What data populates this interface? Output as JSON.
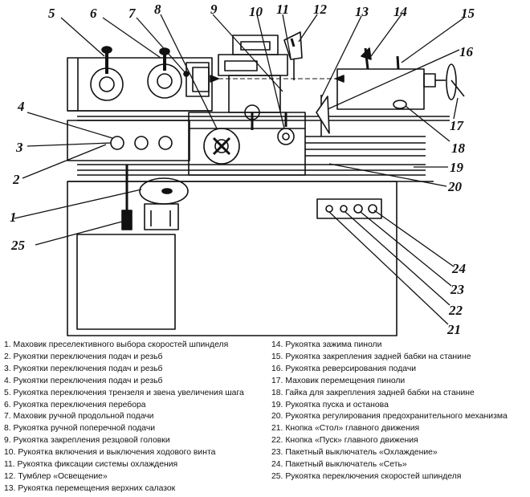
{
  "callouts": [
    {
      "number": "1",
      "target": "Маховик преселективного выбора скоростей шпинделя"
    },
    {
      "number": "2",
      "target": "Рукоятки переключения подач и резьб"
    },
    {
      "number": "3",
      "target": "Рукоятки переключения подач и резьб"
    },
    {
      "number": "4",
      "target": "Рукоятки переключения подач и резьб"
    },
    {
      "number": "5",
      "target": "Рукоятка переключения трензеля и звена увеличения шага"
    },
    {
      "number": "6",
      "target": "Рукоятка переключения перебора"
    },
    {
      "number": "7",
      "target": "Маховик ручной продольной подачи"
    },
    {
      "number": "8",
      "target": "Рукоятка ручной поперечной подачи"
    },
    {
      "number": "9",
      "target": "Рукоятка закрепления резцовой головки"
    },
    {
      "number": "10",
      "target": "Рукоятка включения и выключения ходового винта"
    },
    {
      "number": "11",
      "target": "Рукоятка фиксации системы охлаждения"
    },
    {
      "number": "12",
      "target": "Тумблер «Освещение»"
    },
    {
      "number": "13",
      "target": "Рукоятка перемещения верхних салазок"
    },
    {
      "number": "14",
      "target": "Рукоятка зажима пиноли"
    },
    {
      "number": "15",
      "target": "Рукоятка закрепления задней бабки на станине"
    },
    {
      "number": "16",
      "target": "Рукоятка реверсирования подачи"
    },
    {
      "number": "17",
      "target": "Маховик перемещения пиноли"
    },
    {
      "number": "18",
      "target": "Гайка для закрепления задней бабки на станине"
    },
    {
      "number": "19",
      "target": "Рукоятка пуска и останова"
    },
    {
      "number": "20",
      "target": "Рукоятка регулирования предохранительного механизма"
    },
    {
      "number": "21",
      "target": "Кнопка «Стол» главного движения"
    },
    {
      "number": "22",
      "target": "Кнопка «Пуск» главного движения"
    },
    {
      "number": "23",
      "target": "Пакетный выключатель «Охлаждение»"
    },
    {
      "number": "24",
      "target": "Пакетный выключатель «Сеть»"
    },
    {
      "number": "25",
      "target": "Рукоятка переключения скоростей шпинделя"
    }
  ],
  "legend": {
    "left": [
      "1. Маховик преселективного выбора скоростей шпинделя",
      "2. Рукоятки переключения подач и резьб",
      "3. Рукоятки переключения подач и резьб",
      "4. Рукоятки переключения подач и резьб",
      "5. Рукоятка переключения трензеля и звена увеличения шага",
      "6. Рукоятка переключения перебора",
      "7. Маховик ручной продольной подачи",
      "8. Рукоятка ручной поперечной подачи",
      "9. Рукоятка закрепления резцовой головки",
      "10. Рукоятка включения и выключения ходового винта",
      "11. Рукоятка фиксации системы охлаждения",
      "12. Тумблер «Освещение»",
      "13. Рукоятка перемещения верхних салазок"
    ],
    "right": [
      "14. Рукоятка зажима пиноли",
      "15. Рукоятка закрепления задней бабки на станине",
      "16. Рукоятка реверсирования подачи",
      "17. Маховик перемещения пиноли",
      "18. Гайка для закрепления задней бабки на станине",
      "19. Рукоятка пуска и останова",
      "20. Рукоятка регулирования предохранительного механизма",
      "21. Кнопка «Стол» главного движения",
      "22. Кнопка «Пуск» главного движения",
      "23. Пакетный выключатель «Охлаждение»",
      "24. Пакетный выключатель «Сеть»",
      "25. Рукоятка переключения скоростей шпинделя"
    ]
  },
  "colors": {
    "ink": "#111111",
    "background": "#ffffff"
  }
}
